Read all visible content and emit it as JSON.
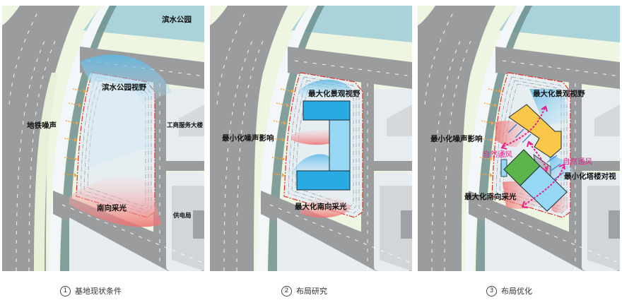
{
  "colors": {
    "road": "#9a9c9e",
    "water": "#a9d3d9",
    "green_land": "#eef5e1",
    "site_fill": "#e6eef2",
    "boundary": "#e0302a",
    "view_blue": "#6ec3ea",
    "sun_red": "#f08c8c",
    "noise_arrow": "#f5a23c",
    "building_blue": "#29aae2",
    "building_lightblue": "#96d8f4",
    "building_yellow": "#f9c84a",
    "building_green": "#5cb548",
    "ventilation_pink": "#e8208a",
    "tower_arrow": "#4a7ed0"
  },
  "panels": [
    {
      "id": 1,
      "caption_num": "1",
      "caption": "基地现状条件",
      "labels": {
        "park": "滨水公园",
        "park_view": "滨水公园视野",
        "metro_noise": "地铁噪声",
        "icbc_building": "工商服务大楼",
        "south_light": "南向采光",
        "power_bureau": "供电局"
      }
    },
    {
      "id": 2,
      "caption_num": "2",
      "caption": "布局研究",
      "labels": {
        "max_view": "最大化景观视野",
        "min_noise": "最小化噪声影响",
        "max_light": "最大化南向采光"
      }
    },
    {
      "id": 3,
      "caption_num": "3",
      "caption": "布局优化",
      "labels": {
        "max_view": "最大化景观视野",
        "min_noise": "最小化噪声影响",
        "ventilation_1": "自然通风",
        "ventilation_2": "自然通风",
        "min_overlook": "最小化塔楼对视",
        "max_light": "最大化南向采光"
      }
    }
  ]
}
